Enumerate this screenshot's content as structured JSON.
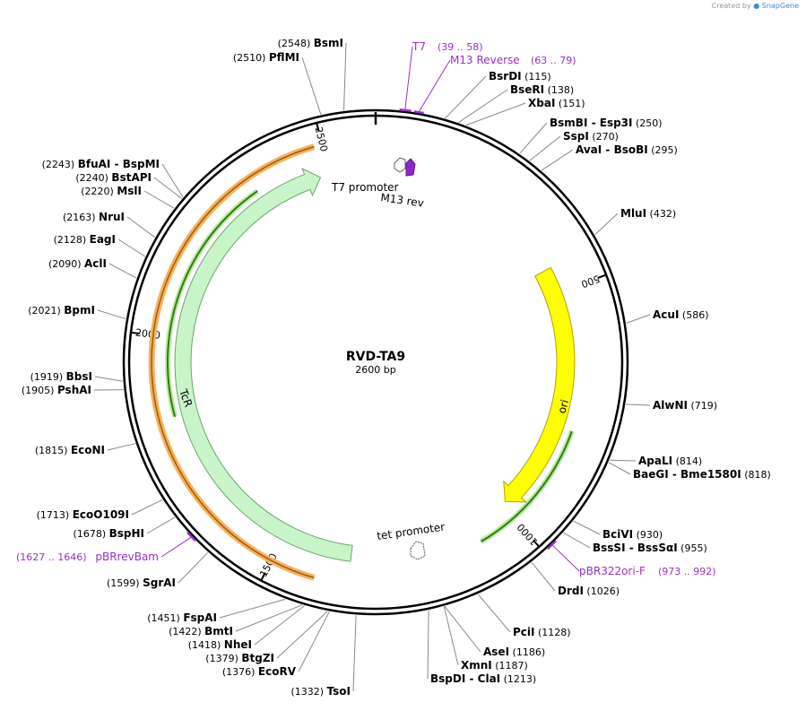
{
  "credit": {
    "prefix": "Created by",
    "brand": "SnapGene"
  },
  "plasmid": {
    "name": "RVD-TA9",
    "length_label": "2600 bp",
    "length": 2600
  },
  "ticks": [
    "500",
    "1000",
    "1500",
    "2000",
    "2500"
  ],
  "features": [
    {
      "name": "T7 promoter",
      "type": "promoter"
    },
    {
      "name": "M13 rev",
      "type": "primer_bind"
    },
    {
      "name": "ori",
      "type": "rep_origin"
    },
    {
      "name": "tet promoter",
      "type": "promoter"
    },
    {
      "name": "TcR",
      "type": "CDS"
    }
  ],
  "primers": [
    {
      "name": "T7",
      "range": "(39 .. 58)"
    },
    {
      "name": "M13 Reverse",
      "range": "(63 .. 79)"
    },
    {
      "name": "pBR322ori-F",
      "range": "(973 .. 992)"
    },
    {
      "name": "pBRrevBam",
      "range": "(1627 .. 1646)"
    }
  ],
  "sites": [
    {
      "name": "BsmI",
      "pos": "(2548)"
    },
    {
      "name": "PflMI",
      "pos": "(2510)"
    },
    {
      "name": "BsrDI",
      "pos": "(115)"
    },
    {
      "name": "BseRI",
      "pos": "(138)"
    },
    {
      "name": "XbaI",
      "pos": "(151)"
    },
    {
      "name": "BsmBI",
      "name2": "Esp3I",
      "pos": "(250)"
    },
    {
      "name": "SspI",
      "pos": "(270)"
    },
    {
      "name": "AvaI",
      "name2": "BsoBI",
      "pos": "(295)"
    },
    {
      "name": "MluI",
      "pos": "(432)"
    },
    {
      "name": "AcuI",
      "pos": "(586)"
    },
    {
      "name": "AlwNI",
      "pos": "(719)"
    },
    {
      "name": "ApaLI",
      "pos": "(814)"
    },
    {
      "name": "BaeGI",
      "name2": "Bme1580I",
      "pos": "(818)"
    },
    {
      "name": "BciVI",
      "pos": "(930)"
    },
    {
      "name": "BssSI",
      "name2": "BssSαI",
      "pos": "(955)"
    },
    {
      "name": "DrdI",
      "pos": "(1026)"
    },
    {
      "name": "PciI",
      "pos": "(1128)"
    },
    {
      "name": "AseI",
      "pos": "(1186)"
    },
    {
      "name": "XmnI",
      "pos": "(1187)"
    },
    {
      "name": "BspDI",
      "name2": "ClaI",
      "pos": "(1213)"
    },
    {
      "name": "TsoI",
      "pos": "(1332)"
    },
    {
      "name": "EcoRV",
      "pos": "(1376)"
    },
    {
      "name": "BtgZI",
      "pos": "(1379)"
    },
    {
      "name": "NheI",
      "pos": "(1418)"
    },
    {
      "name": "BmtI",
      "pos": "(1422)"
    },
    {
      "name": "FspAI",
      "pos": "(1451)"
    },
    {
      "name": "SgrAI",
      "pos": "(1599)"
    },
    {
      "name": "BspHI",
      "pos": "(1678)"
    },
    {
      "name": "EcoO109I",
      "pos": "(1713)"
    },
    {
      "name": "EcoNI",
      "pos": "(1815)"
    },
    {
      "name": "PshAI",
      "pos": "(1905)"
    },
    {
      "name": "BbsI",
      "pos": "(1919)"
    },
    {
      "name": "BpmI",
      "pos": "(2021)"
    },
    {
      "name": "AclI",
      "pos": "(2090)"
    },
    {
      "name": "EagI",
      "pos": "(2128)"
    },
    {
      "name": "NruI",
      "pos": "(2163)"
    },
    {
      "name": "MslI",
      "pos": "(2220)"
    },
    {
      "name": "BstAPI",
      "pos": "(2240)"
    },
    {
      "name": "BfuAI",
      "name2": "BspMI",
      "pos": "(2243)"
    }
  ],
  "colors": {
    "ori": "#ffff00",
    "tcr": "#c8f5c8",
    "primer": "#9b2fc8",
    "orange": "#f6b25a",
    "darkgreen": "#2e7d10",
    "backbone": "#000000"
  }
}
